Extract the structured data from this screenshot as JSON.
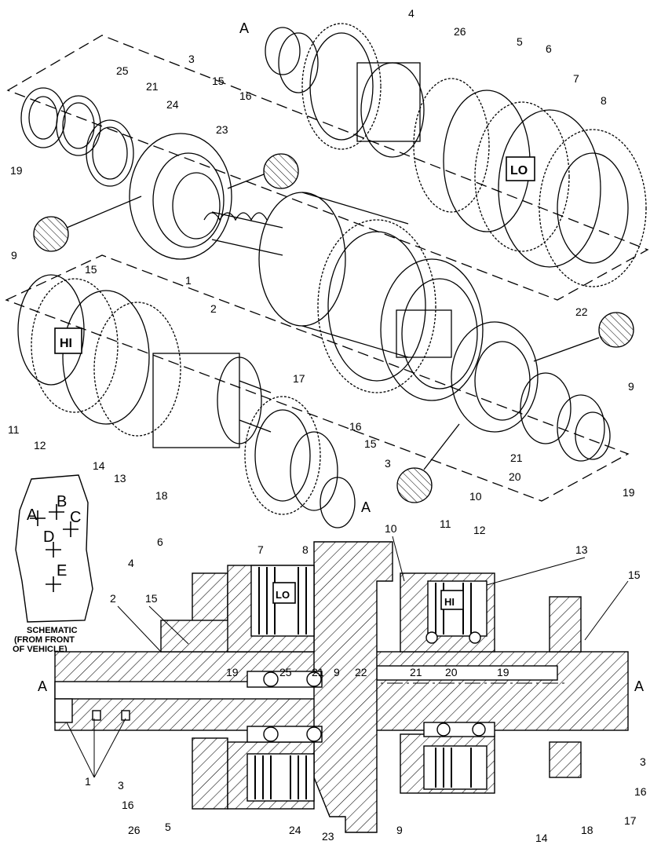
{
  "exploded_view": {
    "section_markers": {
      "upper_start": "A",
      "lower_end": "A"
    },
    "clutch_tags": {
      "low": "LO",
      "high": "HI"
    },
    "callouts": [
      "3",
      "4",
      "26",
      "5",
      "6",
      "7",
      "8",
      "15",
      "16",
      "25",
      "21",
      "24",
      "23",
      "19",
      "9",
      "1",
      "2",
      "22",
      "15",
      "11",
      "12",
      "14",
      "13",
      "18",
      "17",
      "16",
      "15",
      "3",
      "9",
      "21",
      "20",
      "19",
      "10"
    ]
  },
  "schematic": {
    "points": [
      "A",
      "B",
      "C",
      "D",
      "E"
    ],
    "caption": [
      "SCHEMATIC",
      "(FROM FRONT",
      "OF VEHICLE)"
    ]
  },
  "section_view": {
    "end_markers": {
      "left": "A",
      "right": "A"
    },
    "clutch_tags": {
      "low": "LO",
      "high": "HI"
    },
    "callouts": [
      "7",
      "8",
      "6",
      "4",
      "2",
      "15",
      "10",
      "11",
      "12",
      "13",
      "15",
      "19",
      "25",
      "21",
      "9",
      "22",
      "21",
      "20",
      "19",
      "1",
      "3",
      "16",
      "26",
      "5",
      "24",
      "23",
      "9",
      "14",
      "18",
      "17",
      "16",
      "3"
    ]
  }
}
